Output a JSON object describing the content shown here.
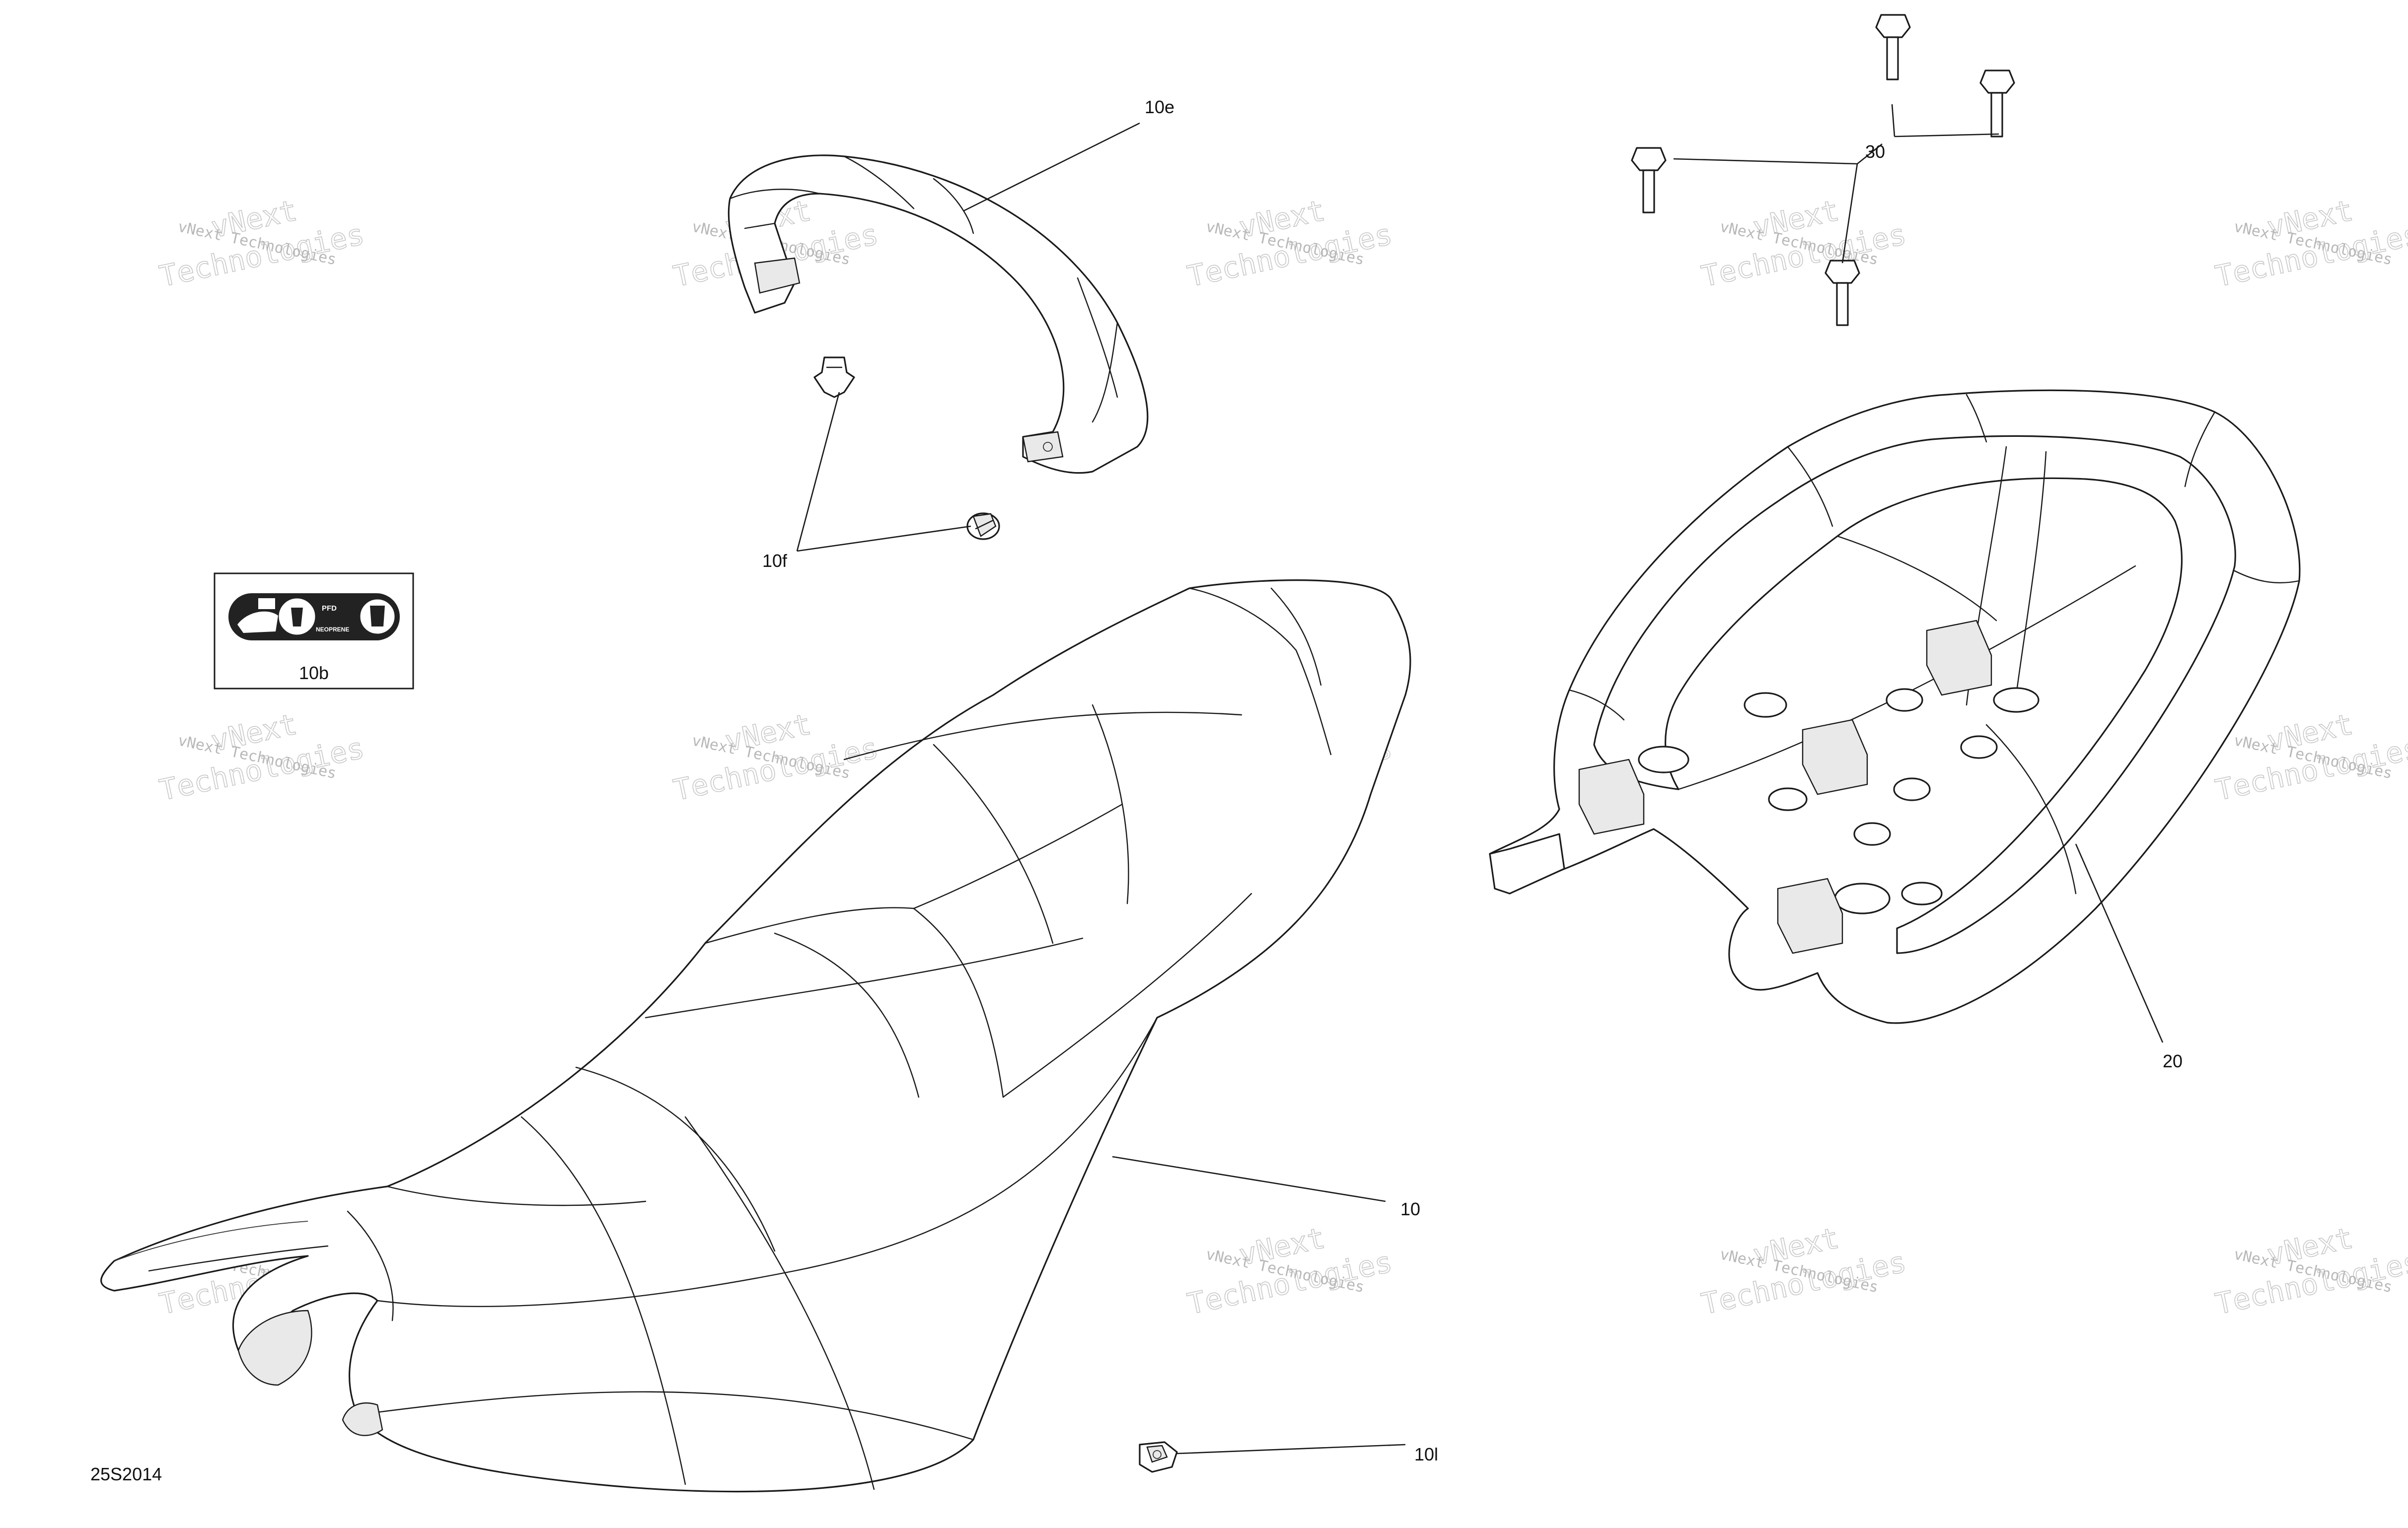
{
  "diagram_code": "25S2014",
  "watermark": {
    "line1": "vNext Technologies",
    "line2": "vNext",
    "line3": "Technologies"
  },
  "callouts": {
    "p10": "10",
    "p10b": "10b",
    "p10e": "10e",
    "p10f": "10f",
    "p10l": "10l",
    "p20": "20",
    "p30": "30"
  },
  "label_10b": {
    "text_pfd": "PFD",
    "text_neoprene": "NEOPRENE"
  }
}
